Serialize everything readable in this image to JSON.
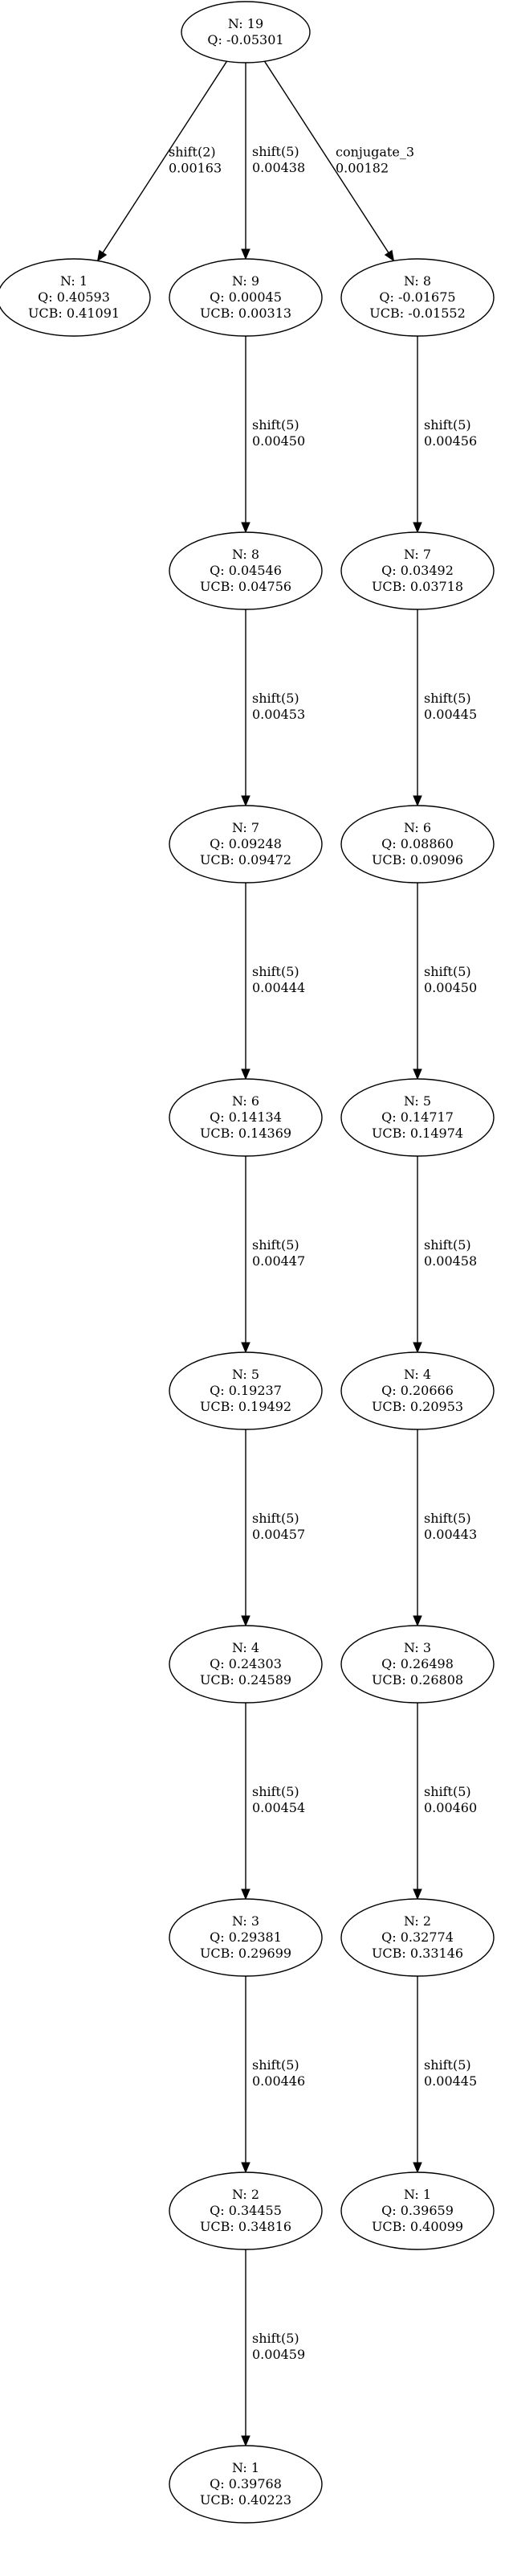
{
  "nodes": {
    "root": {
      "lines": [
        "N: 19",
        "Q: -0.05301"
      ]
    },
    "a": {
      "lines": [
        "N: 1",
        "Q: 0.40593",
        "UCB: 0.41091"
      ]
    },
    "b1": {
      "lines": [
        "N: 9",
        "Q: 0.00045",
        "UCB: 0.00313"
      ]
    },
    "b2": {
      "lines": [
        "N: 8",
        "Q: 0.04546",
        "UCB: 0.04756"
      ]
    },
    "b3": {
      "lines": [
        "N: 7",
        "Q: 0.09248",
        "UCB: 0.09472"
      ]
    },
    "b4": {
      "lines": [
        "N: 6",
        "Q: 0.14134",
        "UCB: 0.14369"
      ]
    },
    "b5": {
      "lines": [
        "N: 5",
        "Q: 0.19237",
        "UCB: 0.19492"
      ]
    },
    "b6": {
      "lines": [
        "N: 4",
        "Q: 0.24303",
        "UCB: 0.24589"
      ]
    },
    "b7": {
      "lines": [
        "N: 3",
        "Q: 0.29381",
        "UCB: 0.29699"
      ]
    },
    "b8": {
      "lines": [
        "N: 2",
        "Q: 0.34455",
        "UCB: 0.34816"
      ]
    },
    "b9": {
      "lines": [
        "N: 1",
        "Q: 0.39768",
        "UCB: 0.40223"
      ]
    },
    "c1": {
      "lines": [
        "N: 8",
        "Q: -0.01675",
        "UCB: -0.01552"
      ]
    },
    "c2": {
      "lines": [
        "N: 7",
        "Q: 0.03492",
        "UCB: 0.03718"
      ]
    },
    "c3": {
      "lines": [
        "N: 6",
        "Q: 0.08860",
        "UCB: 0.09096"
      ]
    },
    "c4": {
      "lines": [
        "N: 5",
        "Q: 0.14717",
        "UCB: 0.14974"
      ]
    },
    "c5": {
      "lines": [
        "N: 4",
        "Q: 0.20666",
        "UCB: 0.20953"
      ]
    },
    "c6": {
      "lines": [
        "N: 3",
        "Q: 0.26498",
        "UCB: 0.26808"
      ]
    },
    "c7": {
      "lines": [
        "N: 2",
        "Q: 0.32774",
        "UCB: 0.33146"
      ]
    },
    "c8": {
      "lines": [
        "N: 1",
        "Q: 0.39659",
        "UCB: 0.40099"
      ]
    }
  },
  "edges": [
    {
      "from": "root",
      "to": "a",
      "label": [
        "shift(2)",
        "0.00163"
      ]
    },
    {
      "from": "root",
      "to": "b1",
      "label": [
        "shift(5)",
        "0.00438"
      ]
    },
    {
      "from": "root",
      "to": "c1",
      "label": [
        "conjugate_3",
        "0.00182"
      ]
    },
    {
      "from": "b1",
      "to": "b2",
      "label": [
        "shift(5)",
        "0.00450"
      ]
    },
    {
      "from": "b2",
      "to": "b3",
      "label": [
        "shift(5)",
        "0.00453"
      ]
    },
    {
      "from": "b3",
      "to": "b4",
      "label": [
        "shift(5)",
        "0.00444"
      ]
    },
    {
      "from": "b4",
      "to": "b5",
      "label": [
        "shift(5)",
        "0.00447"
      ]
    },
    {
      "from": "b5",
      "to": "b6",
      "label": [
        "shift(5)",
        "0.00457"
      ]
    },
    {
      "from": "b6",
      "to": "b7",
      "label": [
        "shift(5)",
        "0.00454"
      ]
    },
    {
      "from": "b7",
      "to": "b8",
      "label": [
        "shift(5)",
        "0.00446"
      ]
    },
    {
      "from": "b8",
      "to": "b9",
      "label": [
        "shift(5)",
        "0.00459"
      ]
    },
    {
      "from": "c1",
      "to": "c2",
      "label": [
        "shift(5)",
        "0.00456"
      ]
    },
    {
      "from": "c2",
      "to": "c3",
      "label": [
        "shift(5)",
        "0.00445"
      ]
    },
    {
      "from": "c3",
      "to": "c4",
      "label": [
        "shift(5)",
        "0.00450"
      ]
    },
    {
      "from": "c4",
      "to": "c5",
      "label": [
        "shift(5)",
        "0.00458"
      ]
    },
    {
      "from": "c5",
      "to": "c6",
      "label": [
        "shift(5)",
        "0.00443"
      ]
    },
    {
      "from": "c6",
      "to": "c7",
      "label": [
        "shift(5)",
        "0.00460"
      ]
    },
    {
      "from": "c7",
      "to": "c8",
      "label": [
        "shift(5)",
        "0.00445"
      ]
    }
  ]
}
